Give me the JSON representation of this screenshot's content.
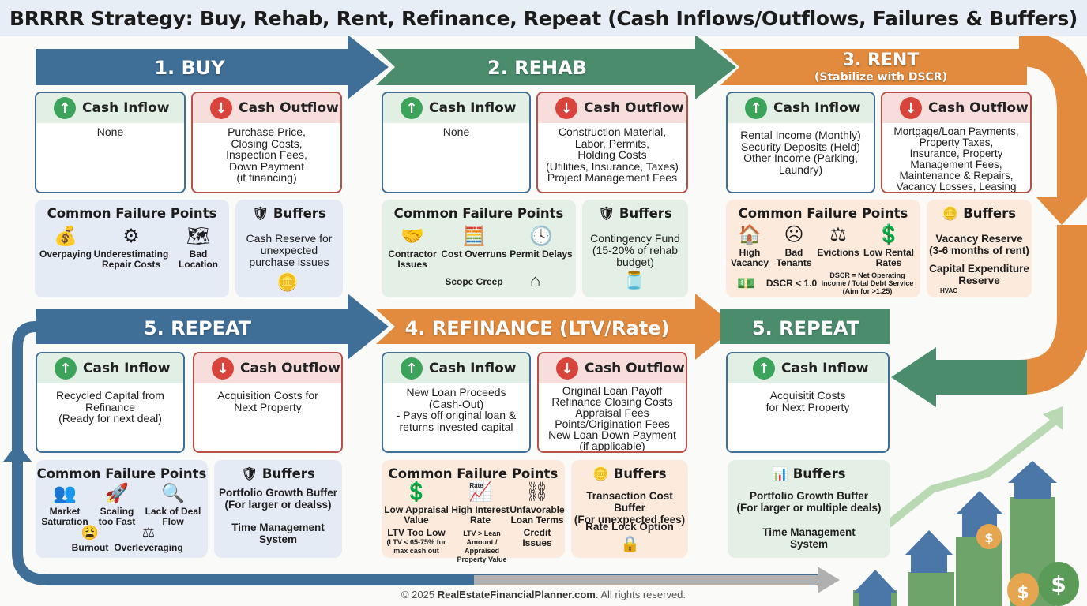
{
  "title": "BRRRR Strategy: Buy, Rehab, Rent, Refinance, Repeat (Cash Inflows/Outflows, Failures & Buffers)",
  "colors": {
    "blue": "#3f6e97",
    "green": "#4b8c6d",
    "orange": "#e28a3d",
    "inflow": "#3ca35a",
    "outflow": "#d8443c"
  },
  "labels": {
    "cash_inflow": "Cash Inflow",
    "cash_outflow": "Cash Outflow",
    "failure_points": "Common Failure Points",
    "buffers": "Buffers"
  },
  "buy": {
    "step": "1. BUY",
    "inflow": "None",
    "outflow": "Purchase Price,\nClosing Costs,\nInspection Fees,\nDown Payment\n(if financing)",
    "failures": [
      {
        "label": "Overpaying",
        "icon": "money-bag-x-icon"
      },
      {
        "label": "Underestimating\nRepair Costs",
        "icon": "gears-icon"
      },
      {
        "label": "Bad Location",
        "icon": "map-icon"
      }
    ],
    "buffer": "Cash Reserve for\nunexpected\npurchase issues"
  },
  "rehab": {
    "step": "2. REHAB",
    "inflow": "None",
    "outflow": "Construction Material,\nLabor, Permits,\nHolding Costs\n(Utilities, Insurance, Taxes)\nProject Management Fees",
    "failures": [
      {
        "label": "Contractor\nIssues",
        "icon": "handshake-icon"
      },
      {
        "label": "Cost Overruns",
        "icon": "calculator-icon"
      },
      {
        "label": "Permit Delays",
        "icon": "clock-icon"
      },
      {
        "label": "Scope Creep",
        "icon": "house-expand-icon"
      }
    ],
    "buffer": "Contingency Fund\n(15-20% of rehab\nbudget)"
  },
  "rent": {
    "step": "3. RENT",
    "sub": "(Stabilize with DSCR)",
    "inflow": "Rental Income (Monthly)\nSecurity Deposits (Held)\nOther Income (Parking,\nLaundry)",
    "outflow": "Mortgage/Loan Payments,\nProperty Taxes,\nInsurance, Property\nManagement Fees,\nMaintenance & Repairs,\nVacancy Losses, Leasing Fees",
    "failures": [
      {
        "label": "High\nVacancy",
        "icon": "house-icon"
      },
      {
        "label": "Bad\nTenants",
        "icon": "sad-face-icon"
      },
      {
        "label": "Evictions",
        "icon": "gavel-icon"
      },
      {
        "label": "Low Rental\nRates",
        "icon": "money-down-icon"
      }
    ],
    "dscr": "DSCR < 1.0",
    "dscr_note": "DSCR = Net Operating\nIncome / Total Debt Service\n(Aim for >1.25)",
    "buffer_vacancy": "Vacancy Reserve\n(3-6 months of rent)",
    "buffer_capex": "Capital Expenditure\nReserve",
    "hvac": "HVAC"
  },
  "repeat_left": {
    "step": "5. REPEAT",
    "inflow": "Recycled Capital from\nRefinance\n(Ready for next deal)",
    "outflow": "Acquisition Costs for\nNext Property",
    "failures": [
      {
        "label": "Market\nSaturation",
        "icon": "crowd-icon"
      },
      {
        "label": "Scaling\ntoo Fast",
        "icon": "rocket-icon"
      },
      {
        "label": "Lack of Deal\nFlow",
        "icon": "magnifier-icon"
      },
      {
        "label": "Burnout",
        "icon": "burnout-icon"
      },
      {
        "label": "Overleveraging",
        "icon": "scale-icon"
      }
    ],
    "buffer1": "Portfolio Growth Buffer\n(For larger or dealss)",
    "buffer2": "Time Management\nSystem"
  },
  "refinance": {
    "step": "4. REFINANCE (LTV/Rate)",
    "inflow": "New Loan Proceeds\n(Cash-Out)\n- Pays off original loan &\nreturns invested capital",
    "outflow": "Original Loan Payoff\nRefinance Closing Costs\nAppraisal Fees\nPoints/Origination Fees\nNew Loan Down Payment\n(if applicable)",
    "failures": [
      {
        "label": "Low Appraisal\nValue",
        "icon": "money-down-icon"
      },
      {
        "label": "High Interest\nRate",
        "icon": "rate-chart-icon"
      },
      {
        "label": "Unfavorable\nLoan Terms",
        "icon": "handcuffs-icon"
      }
    ],
    "rate_tag": "Rate",
    "ltv_low": "LTV Too Low",
    "ltv_low_note": "(LTV < 65-75% for\nmax cash out",
    "ltv_high": "LTV > Lean\nAmount / Appraised\nProperty Value",
    "credit": "Credit\nIssues",
    "buffer1": "Transaction Cost Buffer\n(For unexpected fees)",
    "buffer2": "Rate Lock Option"
  },
  "repeat_right": {
    "step": "5. REPEAT",
    "inflow": "Acquisitit Costs\nfor Next Property",
    "buffer1": "Portfolio Growth Buffer\n(For larger or multiple deals)",
    "buffer2": "Time Management\nSystem"
  },
  "footer": {
    "prefix": "© 2025 ",
    "site": "RealEstateFinancialPlanner.com",
    "suffix": ". All rights reserved."
  }
}
